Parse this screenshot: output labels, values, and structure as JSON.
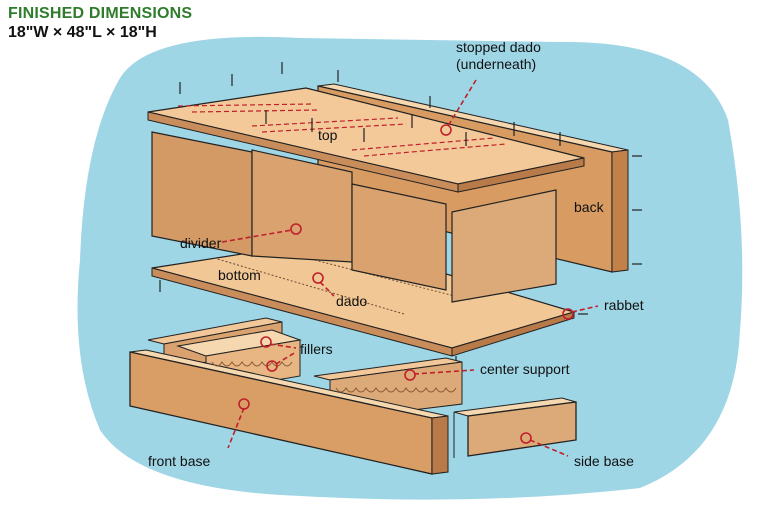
{
  "header": {
    "title": "FINISHED DIMENSIONS",
    "dimensions": "18\"W × 48\"L × 18\"H"
  },
  "labels": {
    "stopped_dado": [
      "stopped dado",
      "(underneath)"
    ],
    "top": "top",
    "back": "back",
    "divider": "divider",
    "bottom": "bottom",
    "dado": "dado",
    "rabbet": "rabbet",
    "fillers": "fillers",
    "center_support": "center support",
    "front_base": "front base",
    "side_base": "side base"
  },
  "colors": {
    "background_blob": "#9fd6e6",
    "wood_light": "#f2c79a",
    "wood_mid": "#e4ab78",
    "wood_dark": "#c98d5c",
    "leader_red": "#c0202a",
    "title_green": "#2f7d2c"
  }
}
